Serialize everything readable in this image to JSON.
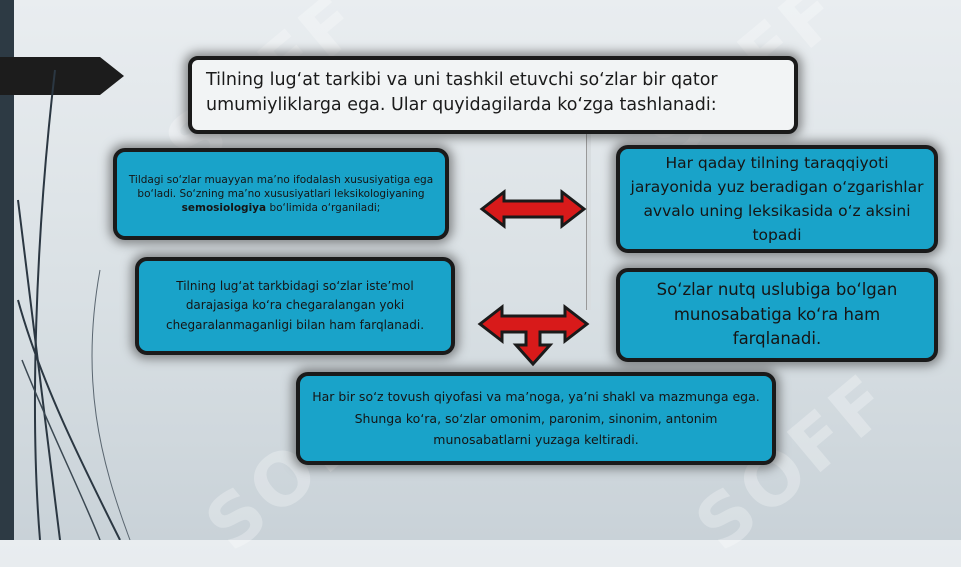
{
  "title": "Tilning lug‘at tarkibi va uni tashkil etuvchi so‘zlar bir qator umumiyliklarga ega. Ular quyidagilarda ko‘zga tashlanadi:",
  "boxes": {
    "top_left_pre": "Tildagi so‘zlar muayyan ma’no ifodalash xususiyatiga ega bo‘ladi. So‘zning ma’no xususiyatlari leksikologiyaning ",
    "top_left_bold": "semosiologiya",
    "top_left_post": " bo‘limida o‘rganiladi;",
    "top_right": "Har qaday tilning taraqqiyoti jarayonida yuz beradigan o‘zgarishlar avvalo uning leksikasida o‘z aksini topadi",
    "mid_left": "Tilning lug‘at tarkbidagi so‘zlar iste’mol darajasiga ko‘ra chegaralangan yoki chegaralanmaganligi bilan ham farqlanadi.",
    "mid_right": "So‘zlar nutq uslubiga bo‘lgan munosabatiga ko‘ra ham farqlanadi.",
    "bottom": "Har bir so‘z tovush qiyofasi va ma’noga, ya’ni shakl va mazmunga ega. Shunga ko‘ra, so‘zlar omonim, paronim, sinonim, antonim munosabatlarni yuzaga keltiradi."
  },
  "watermark": "SOFF",
  "colors": {
    "box_fill": "#19a3c9",
    "arrow": "#d81a1a",
    "dark": "#1a1a1a"
  }
}
